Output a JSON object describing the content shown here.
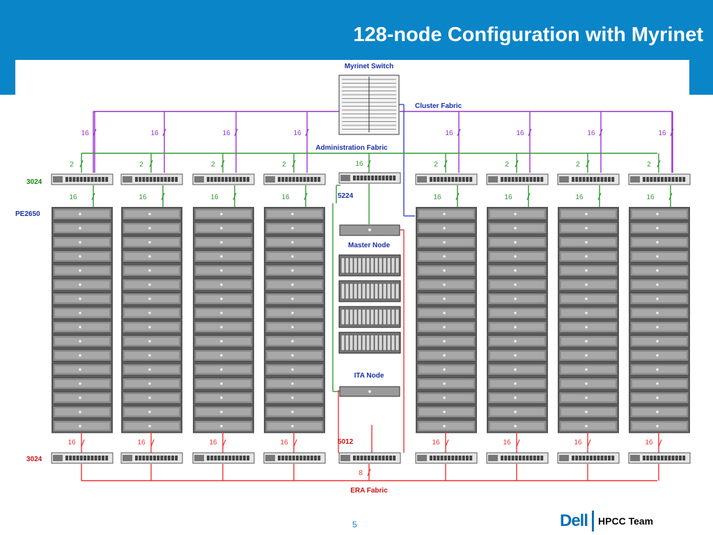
{
  "header": {
    "title": "128-node Configuration with Myrinet"
  },
  "labels": {
    "myrinet_switch": "Myrinet Switch",
    "cluster_fabric": "Cluster Fabric",
    "administration_fabric": "Administration Fabric",
    "era_fabric": "ERA Fabric",
    "switch_3024_top": "3024",
    "switch_3024_bottom": "3024",
    "server_pe2650": "PE2650",
    "switch_5224": "5224",
    "switch_5012": "5012",
    "master_node": "Master Node",
    "ita_node": "ITA Node"
  },
  "link_counts": {
    "cluster": "16",
    "admin": "2",
    "admin_center": "16",
    "rack_uplink": "16",
    "era_rack": "16",
    "era_center": "8"
  },
  "racks": {
    "left_count": 4,
    "right_count": 4,
    "servers_per_rack": 16
  },
  "storage_units": 4,
  "colors": {
    "header": "#0a85c8",
    "cluster_fabric": "#9933cc",
    "admin_fabric": "#339933",
    "era_fabric": "#ee3333",
    "label_blue": "#1a2fa8",
    "label_green": "#118811",
    "label_red": "#cc1111",
    "rack_dark": "#5a5a5a"
  },
  "footer": {
    "page_number": "5",
    "brand": "Dell",
    "team": "HPCC Team"
  }
}
